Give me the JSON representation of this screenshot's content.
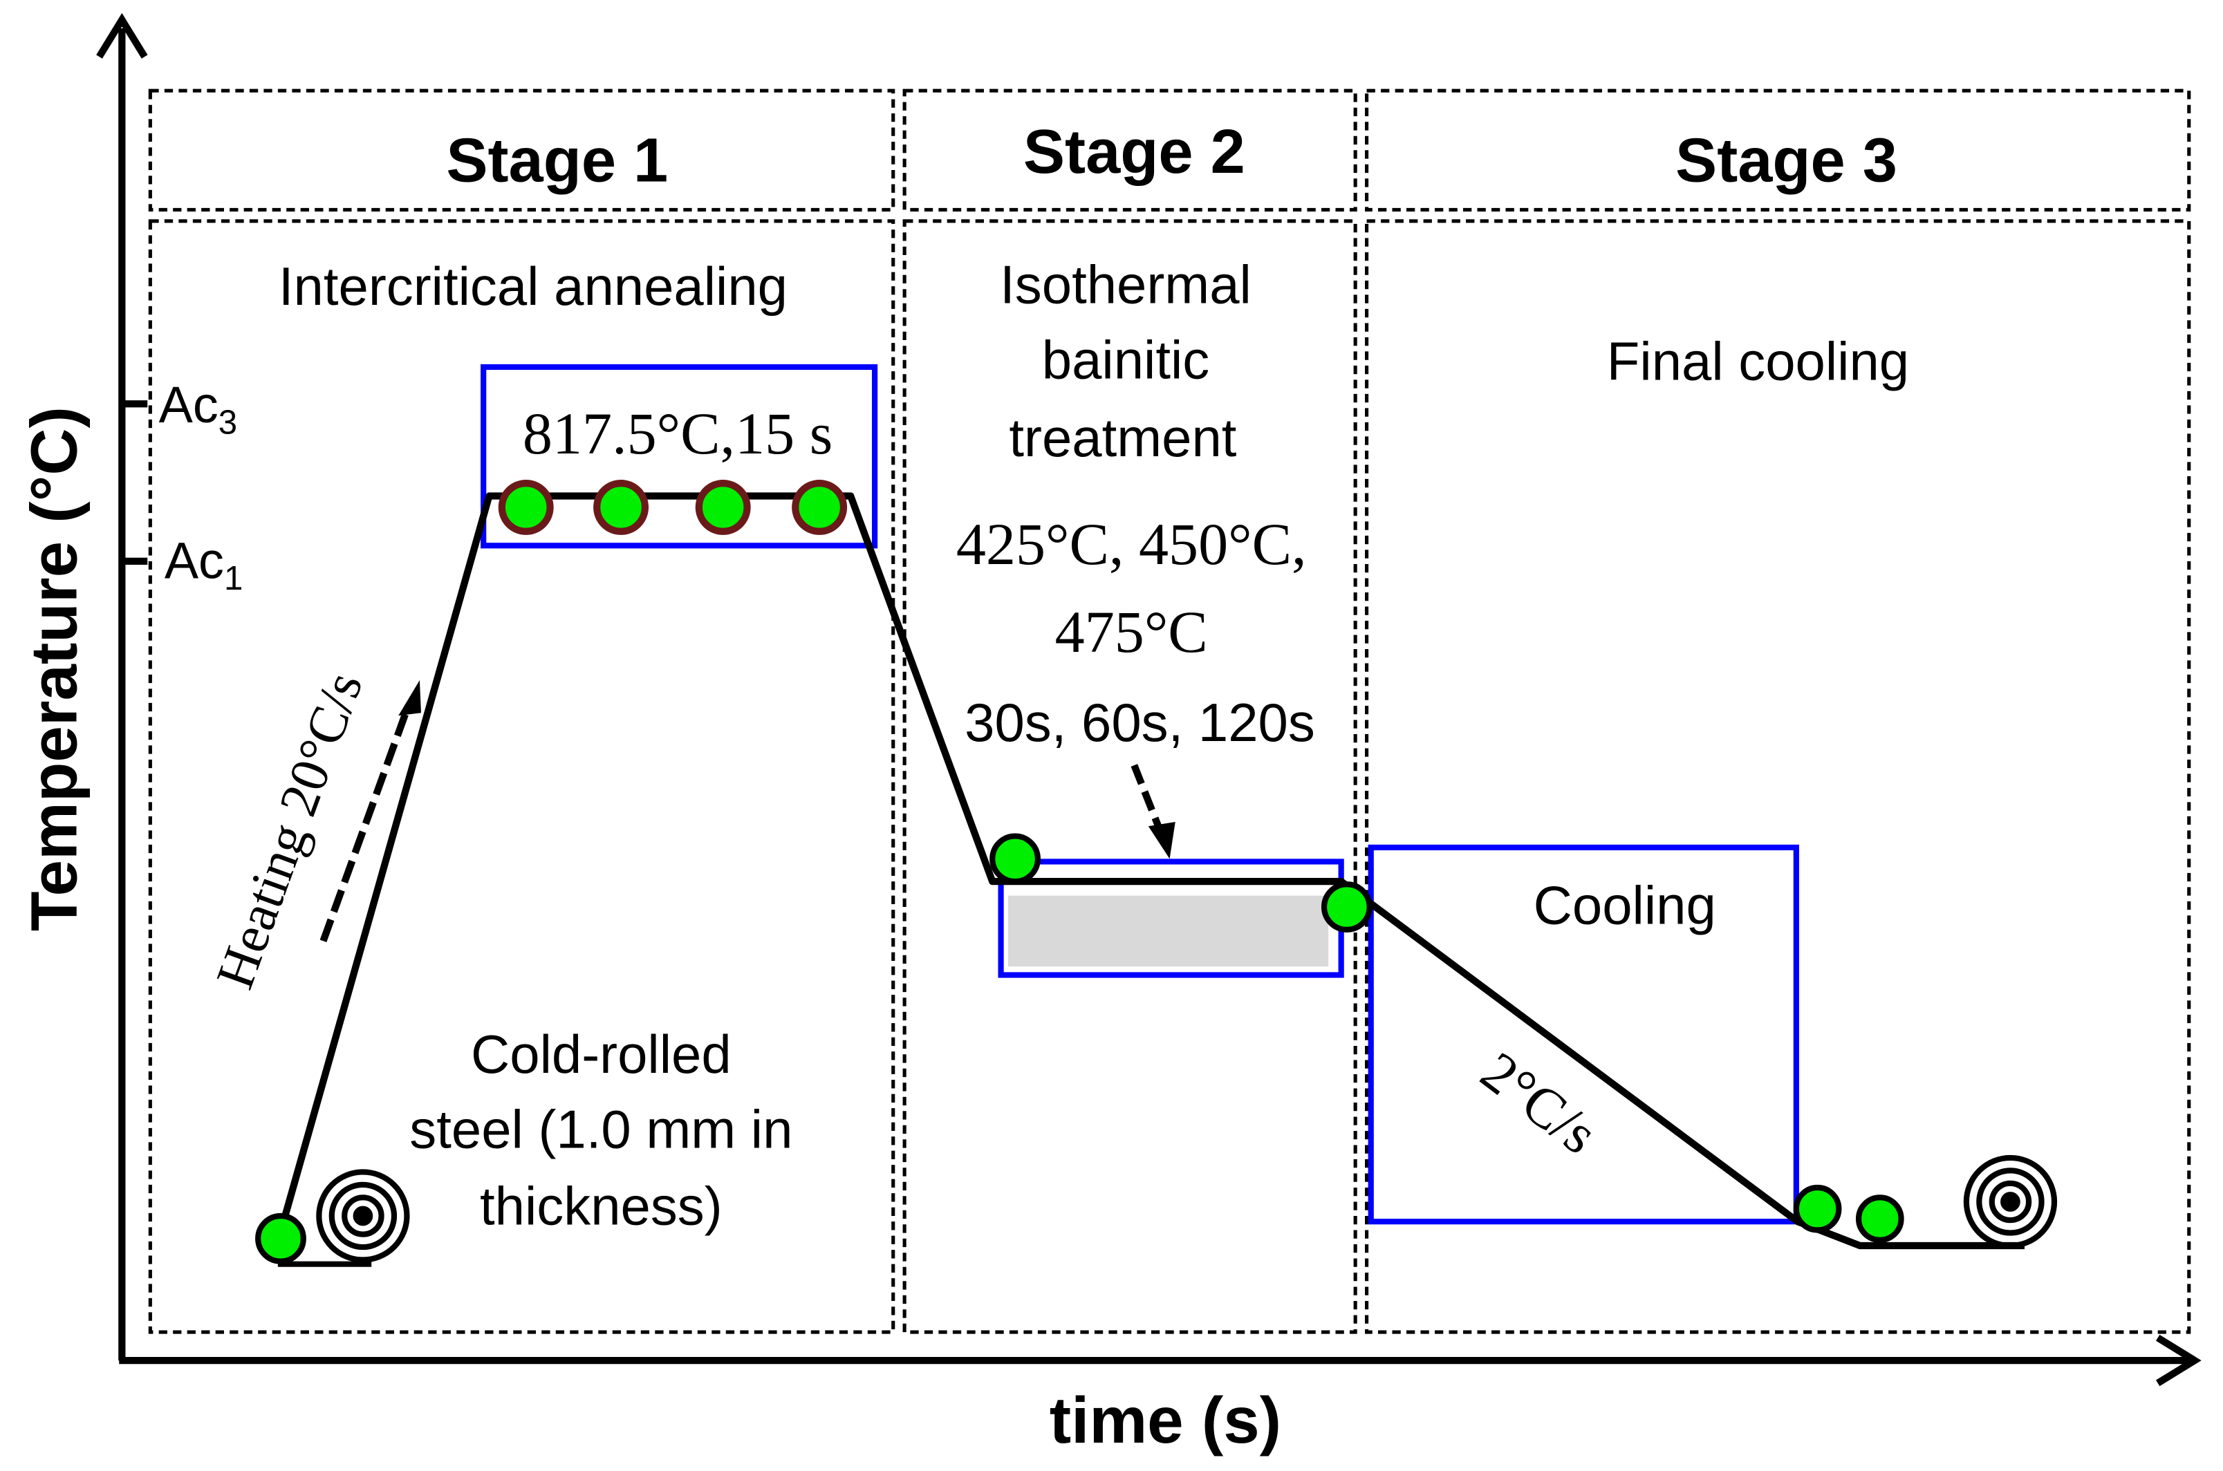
{
  "axes": {
    "x_label": "time (s)",
    "y_label": "Temperature (°C)",
    "ac3_base": "Ac",
    "ac3_sub": "3",
    "ac1_base": "Ac",
    "ac1_sub": "1"
  },
  "stages": {
    "stage1": {
      "title": "Stage 1",
      "process": "Intercritical annealing",
      "box_label": "817.5°C,15 s",
      "heating_label": "Heating 20°C/s",
      "material_line1": "Cold-rolled",
      "material_line2": "steel (1.0 mm in",
      "material_line3": "thickness)"
    },
    "stage2": {
      "title": "Stage 2",
      "process_line1": "Isothermal",
      "process_line2": "bainitic",
      "process_line3": "treatment",
      "temps_line1": "425°C, 450°C,",
      "temps_line2": "475°C",
      "times": "30s, 60s, 120s"
    },
    "stage3": {
      "title": "Stage 3",
      "process": "Final cooling",
      "box_label": "Cooling",
      "rate": "2°C/s"
    }
  },
  "colors": {
    "line": "#000000",
    "box": "#0000ff",
    "marker_fill": "#00ee00",
    "marker_ring_dark": "#6b1a1a",
    "hold_fill": "#d9d9d9"
  },
  "icons": [
    "steel-coil-icon",
    "steel-coil-icon"
  ]
}
